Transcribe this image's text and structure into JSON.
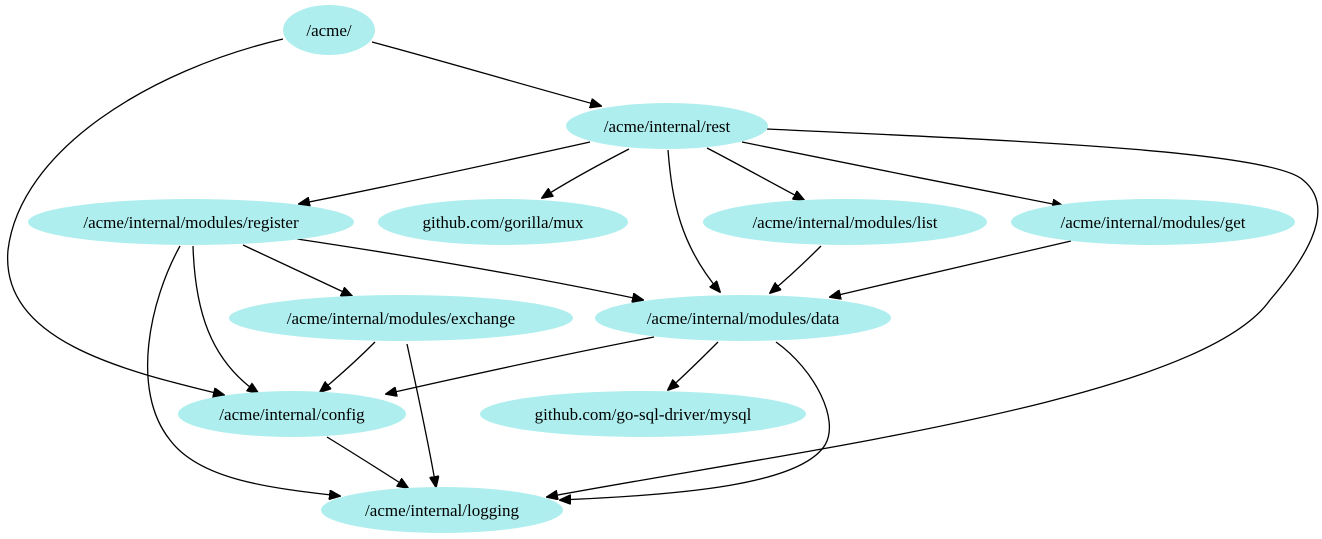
{
  "colors": {
    "node_fill": "#afeeee",
    "edge": "#000000",
    "background": "#ffffff"
  },
  "nodes": [
    {
      "id": "acme",
      "label": "/acme/"
    },
    {
      "id": "rest",
      "label": "/acme/internal/rest"
    },
    {
      "id": "register",
      "label": "/acme/internal/modules/register"
    },
    {
      "id": "mux",
      "label": "github.com/gorilla/mux"
    },
    {
      "id": "list",
      "label": "/acme/internal/modules/list"
    },
    {
      "id": "get",
      "label": "/acme/internal/modules/get"
    },
    {
      "id": "exchange",
      "label": "/acme/internal/modules/exchange"
    },
    {
      "id": "data",
      "label": "/acme/internal/modules/data"
    },
    {
      "id": "config",
      "label": "/acme/internal/config"
    },
    {
      "id": "mysql",
      "label": "github.com/go-sql-driver/mysql"
    },
    {
      "id": "logging",
      "label": "/acme/internal/logging"
    }
  ],
  "edges": [
    {
      "from": "acme",
      "to": "rest"
    },
    {
      "from": "acme",
      "to": "config"
    },
    {
      "from": "rest",
      "to": "register"
    },
    {
      "from": "rest",
      "to": "mux"
    },
    {
      "from": "rest",
      "to": "list"
    },
    {
      "from": "rest",
      "to": "get"
    },
    {
      "from": "rest",
      "to": "data"
    },
    {
      "from": "rest",
      "to": "logging"
    },
    {
      "from": "register",
      "to": "exchange"
    },
    {
      "from": "register",
      "to": "data"
    },
    {
      "from": "register",
      "to": "config"
    },
    {
      "from": "register",
      "to": "logging"
    },
    {
      "from": "list",
      "to": "data"
    },
    {
      "from": "get",
      "to": "data"
    },
    {
      "from": "exchange",
      "to": "config"
    },
    {
      "from": "exchange",
      "to": "logging"
    },
    {
      "from": "data",
      "to": "config"
    },
    {
      "from": "data",
      "to": "mysql"
    },
    {
      "from": "data",
      "to": "logging"
    },
    {
      "from": "config",
      "to": "logging"
    }
  ]
}
